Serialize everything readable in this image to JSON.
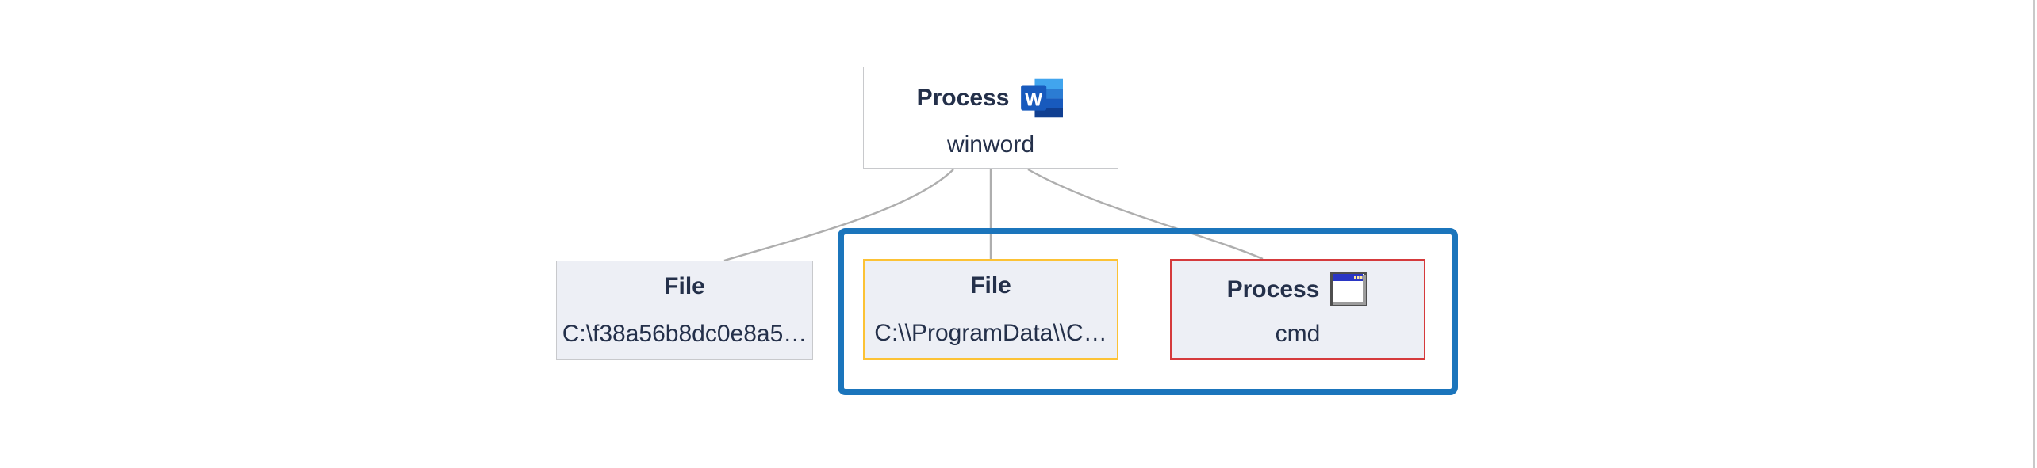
{
  "diagram": {
    "kind": "process-tree",
    "nodes": {
      "root": {
        "type_label": "Process",
        "name": "winword",
        "icon": "word-icon"
      },
      "file_hash": {
        "type_label": "File",
        "name": "C:\\f38a56b8dc0e8a5…"
      },
      "file_programdata": {
        "type_label": "File",
        "name": "C:\\\\ProgramData\\\\C…"
      },
      "process_cmd": {
        "type_label": "Process",
        "name": "cmd",
        "icon": "window-icon"
      }
    },
    "highlight_group": [
      "file_programdata",
      "process_cmd"
    ]
  },
  "colors": {
    "highlight_blue": "#1b75bc",
    "warning_yellow": "#fcc235",
    "alert_red": "#d53a3c",
    "node_background": "#edeff5",
    "node_border": "#c8c9cc",
    "text_navy": "#24304a",
    "connector_gray": "#aeaeae"
  }
}
